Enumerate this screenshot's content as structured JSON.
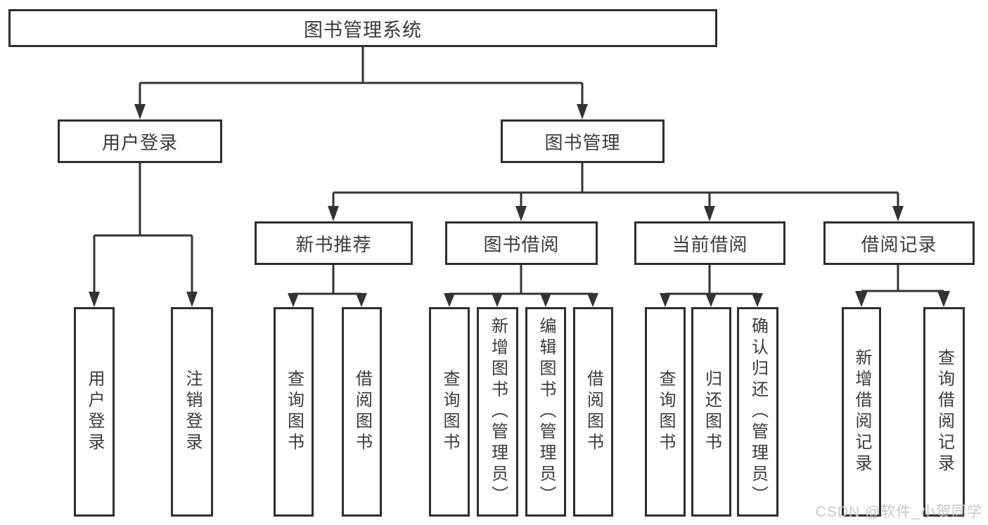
{
  "colors": {
    "line": "#333333",
    "box_border": "#2e2e2e",
    "text": "#3b3b3b",
    "watermark": "#c7c7c7",
    "background": "#ffffff"
  },
  "tree": {
    "label": "图书管理系统",
    "children": [
      {
        "label": "用户登录",
        "children": [
          {
            "label": "用户登录"
          },
          {
            "label": "注销登录"
          }
        ]
      },
      {
        "label": "图书管理",
        "children": [
          {
            "label": "新书推荐",
            "children": [
              {
                "label": "查询图书"
              },
              {
                "label": "借阅图书"
              }
            ]
          },
          {
            "label": "图书借阅",
            "children": [
              {
                "label": "查询图书"
              },
              {
                "label": "新增图书（管理员）"
              },
              {
                "label": "编辑图书（管理员）"
              },
              {
                "label": "借阅图书"
              }
            ]
          },
          {
            "label": "当前借阅",
            "children": [
              {
                "label": "查询图书"
              },
              {
                "label": "归还图书"
              },
              {
                "label": "确认归还（管理员）"
              }
            ]
          },
          {
            "label": "借阅记录",
            "children": [
              {
                "label": "新增借阅记录"
              },
              {
                "label": "查询借阅记录"
              }
            ]
          }
        ]
      }
    ]
  },
  "watermark": {
    "text": "CSDN @软件_小贺同学"
  }
}
